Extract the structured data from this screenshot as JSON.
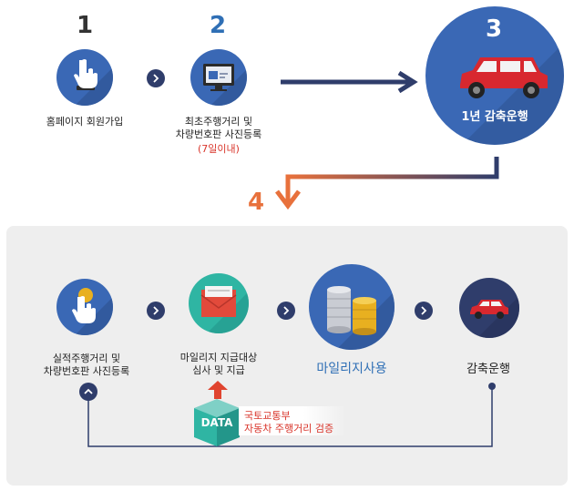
{
  "top": {
    "step1": {
      "number": "1",
      "label": "홈페이지 회원가입"
    },
    "step2": {
      "number": "2",
      "label_line1": "최초주행거리 및",
      "label_line2": "차량번호판 사진등록",
      "note": "(7일이내)"
    },
    "step3": {
      "number": "3",
      "label": "1년 감축운행"
    }
  },
  "step4": {
    "number": "4"
  },
  "bottom": {
    "item1": {
      "label_line1": "실적주행거리 및",
      "label_line2": "차량번호판 사진등록"
    },
    "item2": {
      "label_line1": "마일리지 지급대상",
      "label_line2": "심사 및 지급"
    },
    "item3": {
      "label": "마일리지사용"
    },
    "item4": {
      "label": "감축운행"
    },
    "data_badge": {
      "text": "DATA"
    },
    "verify": {
      "line1": "국토교통부",
      "line2": "자동차 주행거리 검증"
    }
  },
  "colors": {
    "navy": "#2f3d6b",
    "blue_circle": "#3a68b5",
    "orange": "#e8713c",
    "red_note": "#d9352b",
    "teal": "#2fb5a3",
    "red_car": "#d8282f",
    "gold": "#e8b020"
  }
}
